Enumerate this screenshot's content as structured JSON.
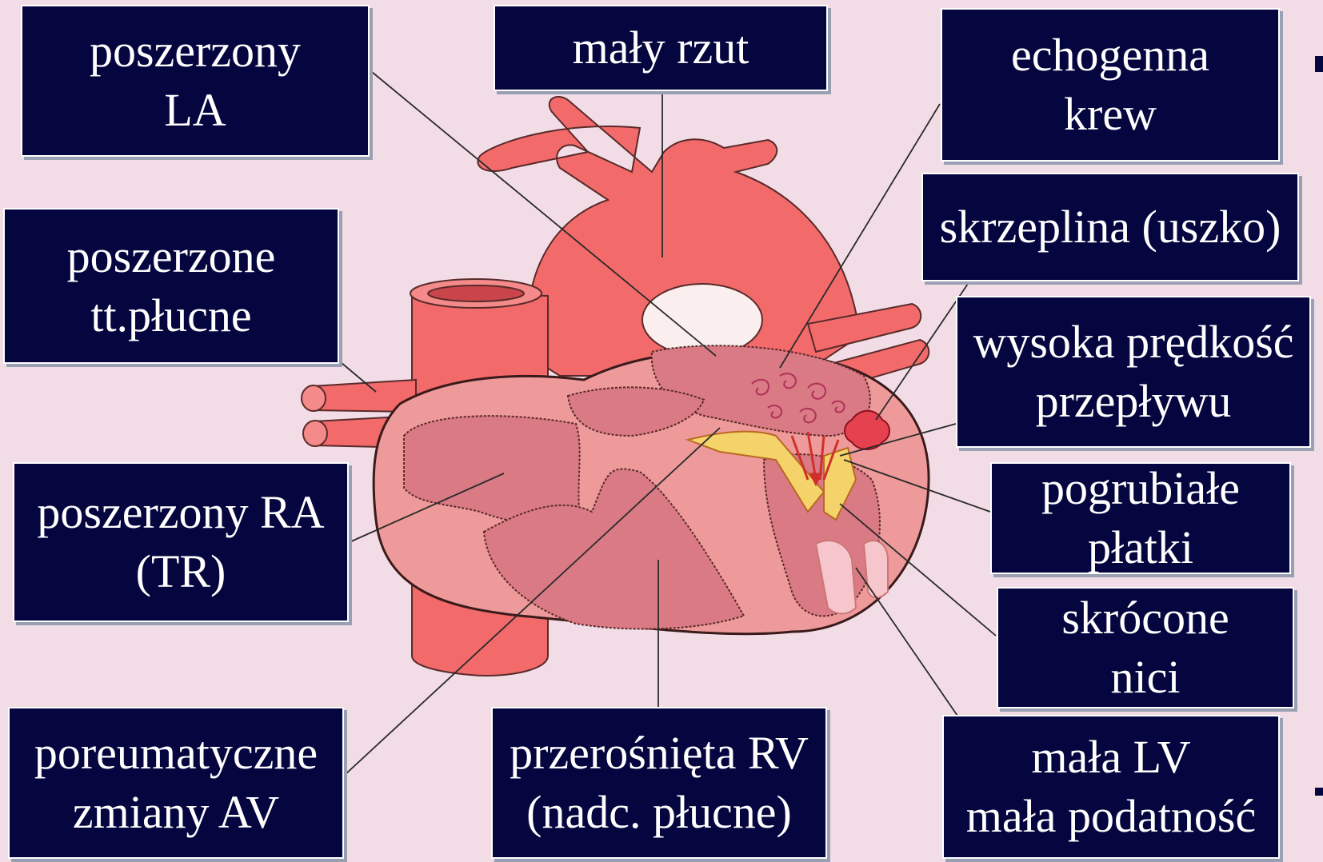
{
  "colors": {
    "background": "#f2dde6",
    "label_bg": "#05053f",
    "label_text": "#ffffff",
    "vessel": "#f26a6a",
    "heart_wall": "#ee9a9a",
    "chamber": "#d97a84",
    "valve": "#f5d36b",
    "thrombus": "#e5414f"
  },
  "labels": {
    "la": [
      "poszerzony",
      "LA"
    ],
    "low_output": [
      "mały rzut"
    ],
    "echo_blood": [
      "echogenna",
      "krew"
    ],
    "pulm_arteries": [
      "poszerzone",
      "tt.płucne"
    ],
    "thrombus": [
      "skrzeplina (uszko)"
    ],
    "high_velocity": [
      "wysoka prędkość",
      "przepływu"
    ],
    "thick_leaflets": [
      "pogrubiałe",
      "płatki"
    ],
    "short_chords": [
      "skrócone",
      "nici"
    ],
    "ra": [
      "poszerzony RA",
      "(TR)"
    ],
    "rheumatic_av": [
      "poreumatyczne",
      "zmiany AV"
    ],
    "rv": [
      "przerośnięta RV",
      "(nadc. płucne)"
    ],
    "lv": [
      "mała LV",
      "mała podatność"
    ]
  }
}
